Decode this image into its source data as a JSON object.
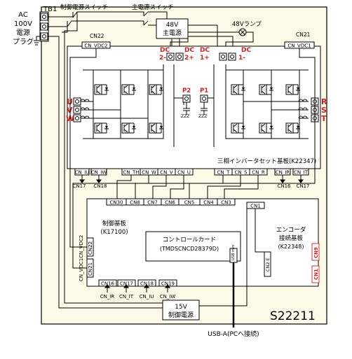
{
  "labels": {
    "ac_line1": "AC",
    "ac_line2": "100V",
    "ac_line3": "電源",
    "ac_line4": "プラグ",
    "tb1": "TB1",
    "ctrl_switch": "制御電源スイッチ",
    "main_switch": "主電源スイッチ",
    "psu48_line1": "48V",
    "psu48_line2": "主電源",
    "lamp": "48Vランプ",
    "cn22": "CN22",
    "cn_vdc2": "CN_VDC2",
    "cn21": "CN21",
    "cn_vdc1": "CN_VDC1",
    "dc2m": "DC",
    "dc2m_b": "2-",
    "dc2p": "DC",
    "dc2p_b": "2+",
    "dc1p": "DC",
    "dc1p_b": "1+",
    "dc1m": "DC",
    "dc1m_b": "1-",
    "p2": "P2",
    "p1": "P1",
    "u": "U",
    "v": "V",
    "w": "W",
    "r": "R",
    "s": "S",
    "tt": "T",
    "inverter_board": "三相インバータセット基板(K22347)",
    "cn_iu": "CN_IU",
    "cn_iw": "CN_IW",
    "cn_th": "CN_TH",
    "cn_w": "CN_W",
    "cn_v": "CN_V",
    "cn_u": "CN_U",
    "cn_t": "CN_T",
    "cn_s": "CN_S",
    "cn_r": "CN_R",
    "cn_ir": "CN_IR",
    "cn_it": "CN_IT",
    "cn17a": "CN17",
    "cn18a": "CN18",
    "cn16a": "CN16",
    "cn17b": "CN17",
    "cn30": "CN30",
    "cn8": "CN8",
    "cn7": "CN7",
    "cn6": "CN6",
    "cn5": "CN5",
    "cn4": "CN4",
    "cn3": "CN3",
    "cn1": "CN1",
    "ctrl_board1": "制御基板",
    "ctrl_board2": "(K17100)",
    "cc_line1": "コントロールカード",
    "cc_line2": "(TMDSCNCD28379D)",
    "usb_mini": "USB mini",
    "cn22_vert": "CN22",
    "cn21_vert": "CN21",
    "vdc_vert": "CN_VDC1CN_VDC2",
    "cn2e": "CN2 E",
    "enc_line1": "エンコーダ",
    "enc_line2": "接続基板",
    "enc_line3": "(K22348)",
    "cn9": "CN9",
    "cn1_enc": "CN1",
    "cn16": "CN16",
    "cn17": "CN17",
    "cn18": "CN18",
    "cn19": "CN19",
    "b_cn_ir": "CN_IR",
    "b_cn_it": "CN_IT",
    "b_cn_iu": "CN_IU",
    "b_cn_iw": "CN_IW",
    "psu15_line1": "15V",
    "psu15_line2": "制御電源",
    "model": "S22211",
    "usb_a": "USB-A(PCへ接続)"
  },
  "colors": {
    "line": "#000000",
    "panel_fill": "#fdfbe8",
    "accent_red": "#d42020",
    "connector_red": "#e03030"
  }
}
